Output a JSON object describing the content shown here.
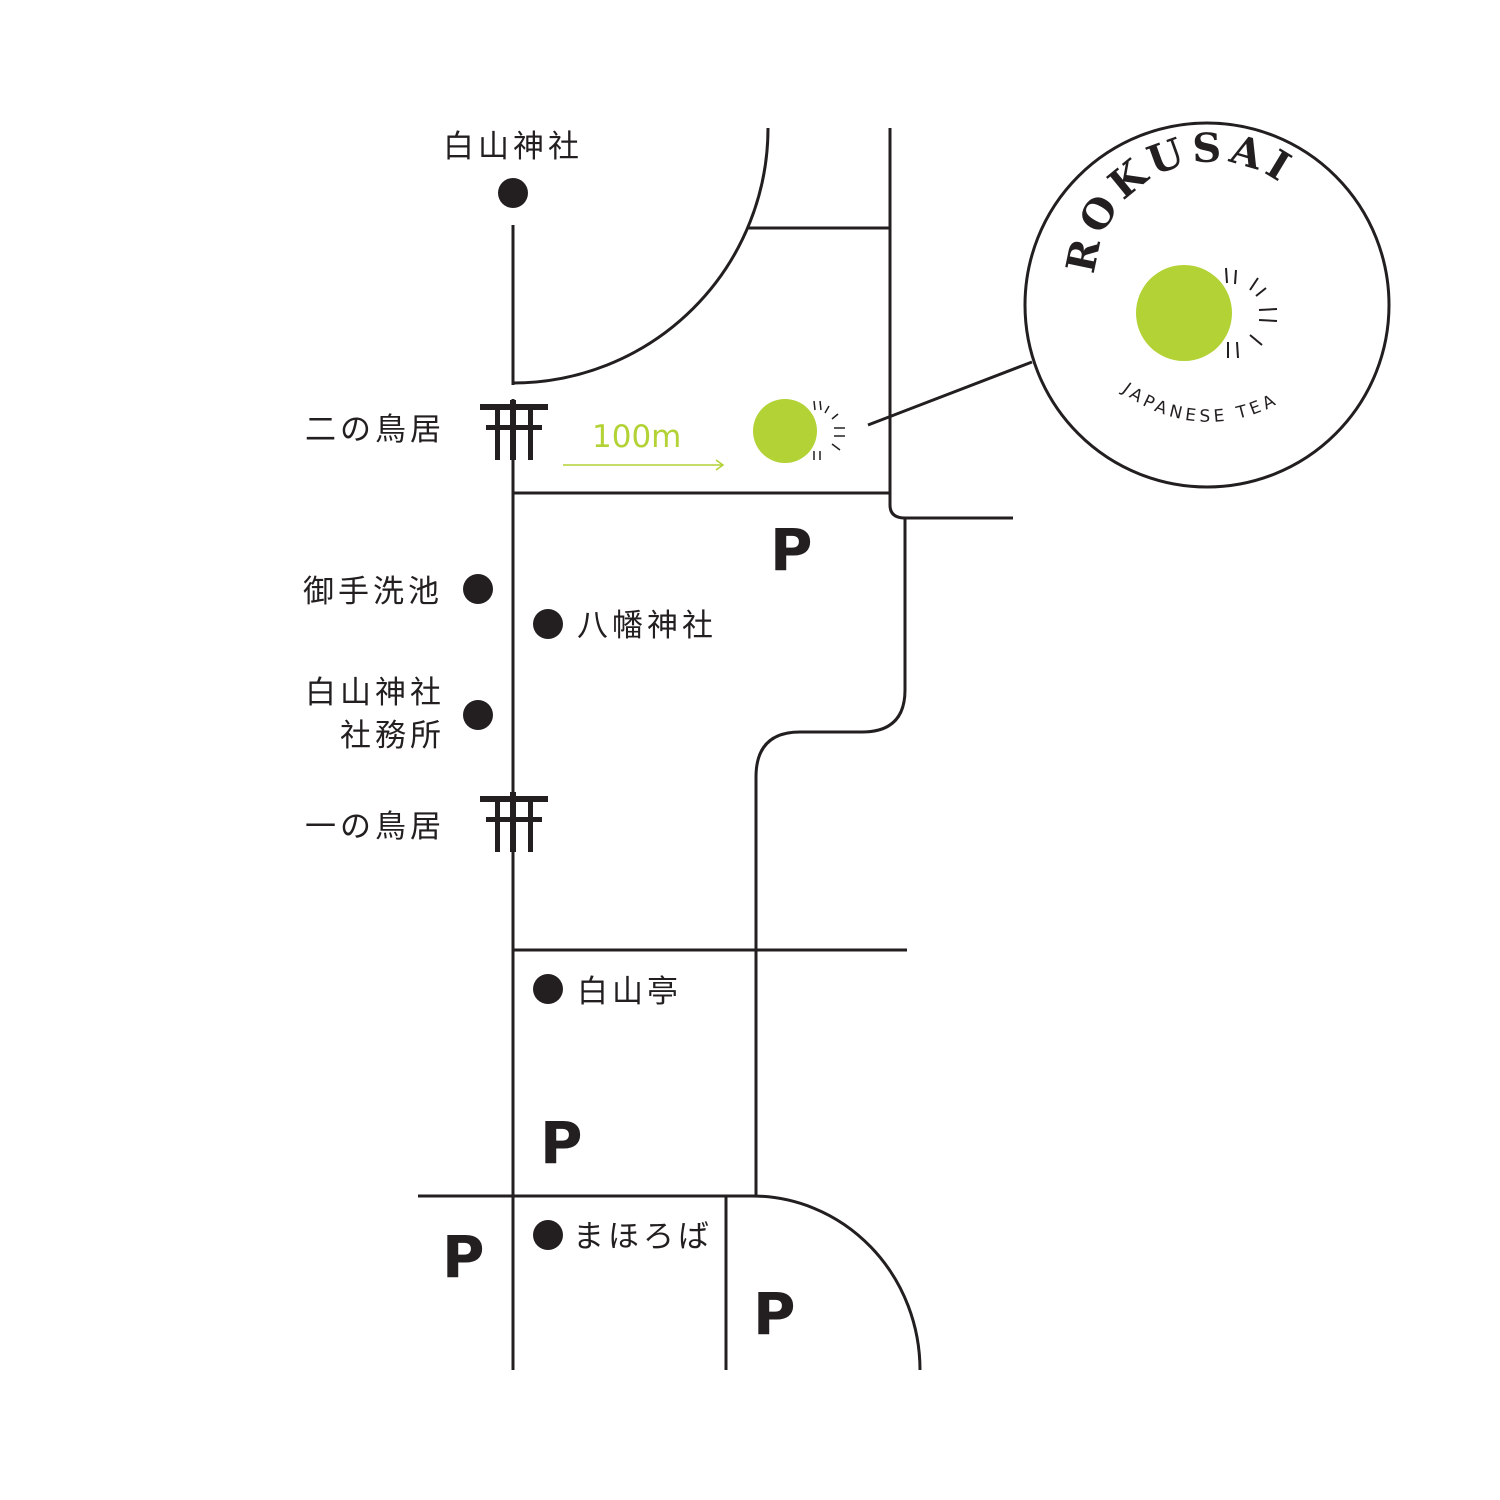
{
  "colors": {
    "line": "#231f20",
    "accent": "#b2d235",
    "background": "#ffffff"
  },
  "labels": {
    "hakusan_jinja_top": "白山神社",
    "ni_no_torii": "二の鳥居",
    "ochozuike": "御手洗池",
    "hachiman_jinja": "八幡神社",
    "shamusho_line1": "白山神社",
    "shamusho_line2": "社務所",
    "ichi_no_torii": "一の鳥居",
    "hakusantei": "白山亭",
    "mahoroba": "まほろば"
  },
  "distance": "100m",
  "parking_label": "P",
  "logo": {
    "name": "ROKUSAI",
    "tagline": "JAPANESE TEA"
  }
}
